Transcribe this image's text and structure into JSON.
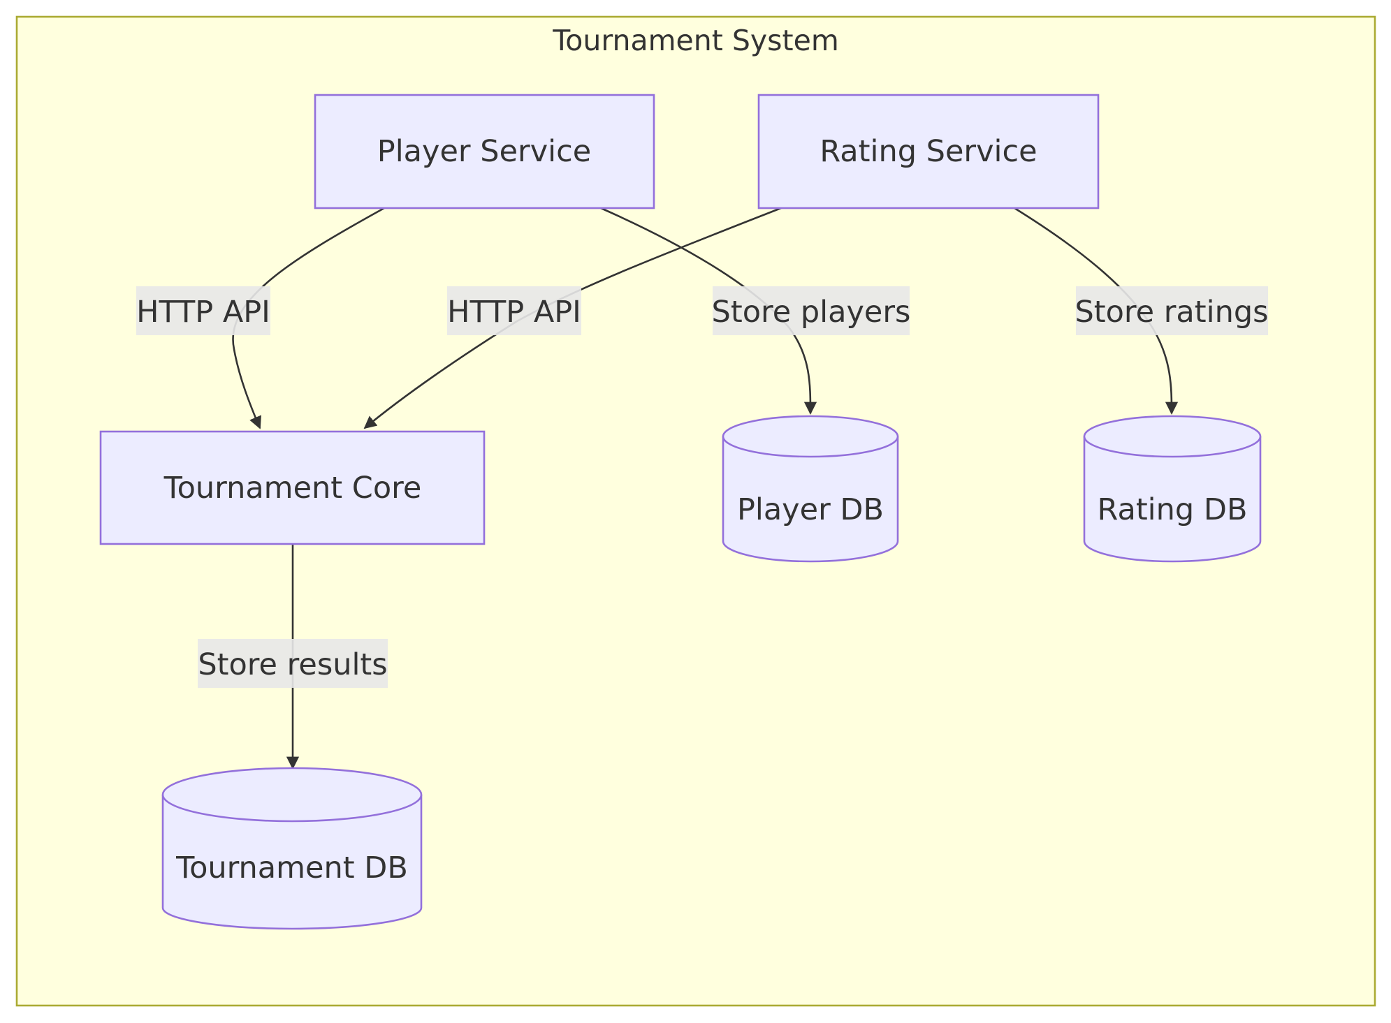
{
  "diagram": {
    "cluster": {
      "title": "Tournament System"
    },
    "nodes": {
      "player_service": "Player Service",
      "rating_service": "Rating Service",
      "tournament_core": "Tournament Core",
      "player_db": "Player DB",
      "rating_db": "Rating DB",
      "tournament_db": "Tournament DB"
    },
    "edges": {
      "player_to_core": "HTTP API",
      "rating_to_core": "HTTP API",
      "player_to_db": "Store players",
      "rating_to_db": "Store ratings",
      "core_to_db": "Store results"
    }
  },
  "colors": {
    "cluster_fill": "#ffffde",
    "cluster_stroke": "#aaaa33",
    "node_fill": "#ececff",
    "node_stroke": "#9370db",
    "edge_stroke": "#333333",
    "label_bg": "#e8e8e8",
    "text": "#333333"
  }
}
